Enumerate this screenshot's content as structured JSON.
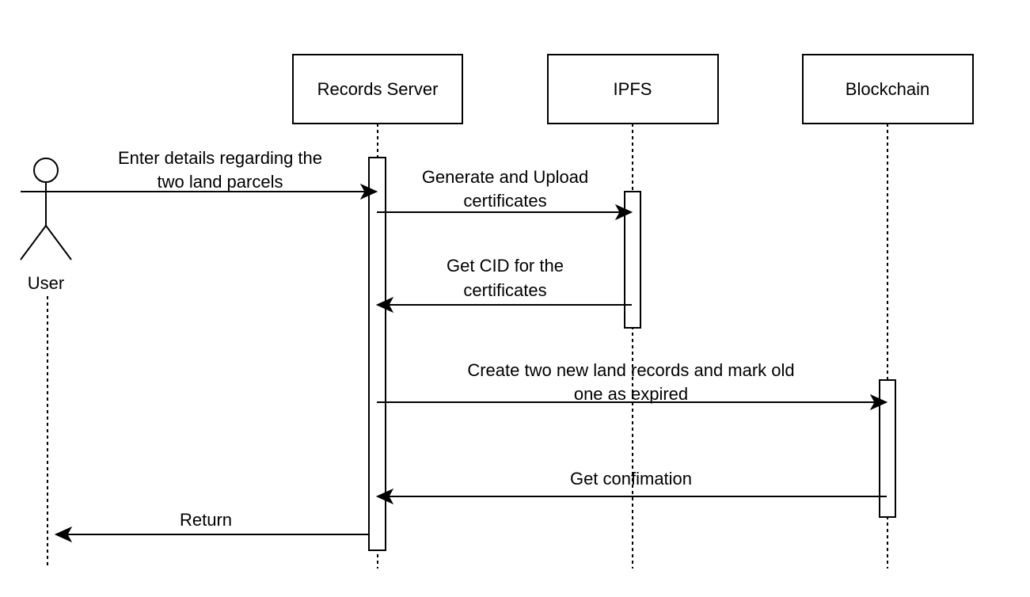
{
  "actor": {
    "label": "User"
  },
  "participants": [
    {
      "id": "records-server",
      "label": "Records Server"
    },
    {
      "id": "ipfs",
      "label": "IPFS"
    },
    {
      "id": "blockchain",
      "label": "Blockchain"
    }
  ],
  "messages": [
    {
      "from": "User",
      "to": "Records Server",
      "lines": [
        "Enter details regarding the",
        "two land parcels"
      ]
    },
    {
      "from": "Records Server",
      "to": "IPFS",
      "lines": [
        "Generate and Upload",
        "certificates"
      ]
    },
    {
      "from": "IPFS",
      "to": "Records Server",
      "lines": [
        "Get CID for the",
        "certificates"
      ]
    },
    {
      "from": "Records Server",
      "to": "Blockchain",
      "lines": [
        "Create two new land records and mark old",
        "one as expired"
      ]
    },
    {
      "from": "Blockchain",
      "to": "Records Server",
      "lines": [
        "Get confimation"
      ]
    },
    {
      "from": "Records Server",
      "to": "User",
      "lines": [
        "Return"
      ]
    }
  ]
}
